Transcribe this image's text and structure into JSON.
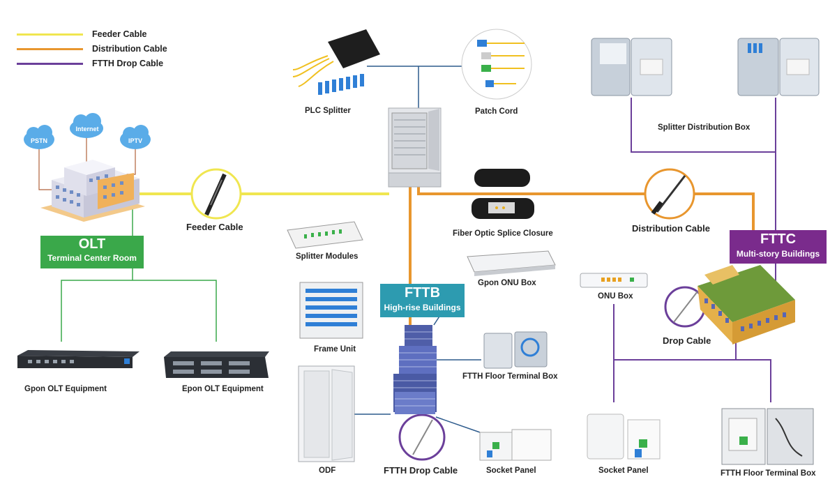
{
  "legend": [
    {
      "label": "Feeder Cable",
      "color": "#f0e650"
    },
    {
      "label": "Distribution Cable",
      "color": "#e8962e"
    },
    {
      "label": "FTTH Drop Cable",
      "color": "#6b3f9a"
    }
  ],
  "clouds": [
    "PSTN",
    "Internet",
    "IPTV"
  ],
  "olt": {
    "title": "OLT",
    "subtitle": "Terminal Center Room",
    "color": "#3aa84a"
  },
  "fttb": {
    "title": "FTTB",
    "subtitle": "High-rise Buildings",
    "color": "#2d9bb0"
  },
  "fttc": {
    "title": "FTTC",
    "subtitle": "Multi-story Buildings",
    "color": "#7a2b8c"
  },
  "labels": {
    "feeder_cable": "Feeder Cable",
    "plc_splitter": "PLC Splitter",
    "patch_cord": "Patch Cord",
    "splitter_distribution_box": "Splitter Distribution Box",
    "fiber_optic_splice_closure": "Fiber Optic Splice Closure",
    "distribution_cable": "Distribution Cable",
    "splitter_modules": "Splitter Modules",
    "gpon_onu_box": "Gpon ONU Box",
    "onu_box": "ONU Box",
    "frame_unit": "Frame Unit",
    "drop_cable": "Drop Cable",
    "ftth_floor_terminal_box_mid": "FTTH Floor Terminal Box",
    "gpon_olt_equipment": "Gpon OLT Equipment",
    "epon_olt_equipment": "Epon OLT Equipment",
    "odf": "ODF",
    "ftth_drop_cable": "FTTH Drop Cable",
    "socket_panel_mid": "Socket Panel",
    "socket_panel_right": "Socket Panel",
    "ftth_floor_terminal_box_right": "FTTH Floor Terminal Box"
  }
}
